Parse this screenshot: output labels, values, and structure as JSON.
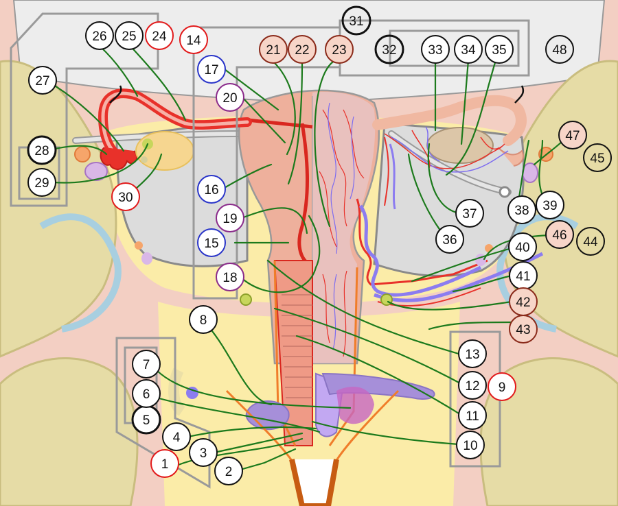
{
  "diagram": {
    "colors": {
      "background_skin": "#f3cfc3",
      "sky_gray": "#ededed",
      "bone": "#e6dca6",
      "bone_edge": "#c9bd7f",
      "fat_yellow": "#fbeca8",
      "organ_gray": "#dddddd",
      "uterus_pink": "#eeb09c",
      "artery_red": "#e8312a",
      "vein_blue": "#8c7cf0",
      "ring_black": "#111111",
      "ring_red": "#e2191a",
      "ring_blue": "#2a35c9",
      "ring_purple": "#8a2a8a",
      "ring_brown": "#8a2a1a",
      "leader_green": "#1c7a1c",
      "box_gray": "#9a9a9a"
    },
    "callouts": [
      {
        "label": "1",
        "ring": "red"
      },
      {
        "label": "2",
        "ring": "black"
      },
      {
        "label": "3",
        "ring": "black"
      },
      {
        "label": "4",
        "ring": "black"
      },
      {
        "label": "5",
        "ring": "black_bold"
      },
      {
        "label": "6",
        "ring": "black"
      },
      {
        "label": "7",
        "ring": "black"
      },
      {
        "label": "8",
        "ring": "black"
      },
      {
        "label": "9",
        "ring": "red"
      },
      {
        "label": "10",
        "ring": "black"
      },
      {
        "label": "11",
        "ring": "black"
      },
      {
        "label": "12",
        "ring": "black"
      },
      {
        "label": "13",
        "ring": "black"
      },
      {
        "label": "14",
        "ring": "red"
      },
      {
        "label": "15",
        "ring": "blue"
      },
      {
        "label": "16",
        "ring": "blue"
      },
      {
        "label": "17",
        "ring": "blue"
      },
      {
        "label": "18",
        "ring": "purple"
      },
      {
        "label": "19",
        "ring": "purple"
      },
      {
        "label": "20",
        "ring": "purple"
      },
      {
        "label": "21",
        "ring": "brown"
      },
      {
        "label": "22",
        "ring": "brown"
      },
      {
        "label": "23",
        "ring": "brown"
      },
      {
        "label": "24",
        "ring": "red"
      },
      {
        "label": "25",
        "ring": "black"
      },
      {
        "label": "26",
        "ring": "black"
      },
      {
        "label": "27",
        "ring": "black"
      },
      {
        "label": "28",
        "ring": "black_bold"
      },
      {
        "label": "29",
        "ring": "black"
      },
      {
        "label": "30",
        "ring": "red"
      },
      {
        "label": "31",
        "ring": "black_bold"
      },
      {
        "label": "32",
        "ring": "black_bold"
      },
      {
        "label": "33",
        "ring": "black"
      },
      {
        "label": "34",
        "ring": "black"
      },
      {
        "label": "35",
        "ring": "black"
      },
      {
        "label": "36",
        "ring": "black"
      },
      {
        "label": "37",
        "ring": "black"
      },
      {
        "label": "38",
        "ring": "black"
      },
      {
        "label": "39",
        "ring": "black"
      },
      {
        "label": "40",
        "ring": "black"
      },
      {
        "label": "41",
        "ring": "black"
      },
      {
        "label": "42",
        "ring": "brown"
      },
      {
        "label": "43",
        "ring": "brown"
      },
      {
        "label": "44",
        "ring": "black"
      },
      {
        "label": "45",
        "ring": "black"
      },
      {
        "label": "46",
        "ring": "black"
      },
      {
        "label": "47",
        "ring": "black"
      },
      {
        "label": "48",
        "ring": "black"
      }
    ]
  }
}
